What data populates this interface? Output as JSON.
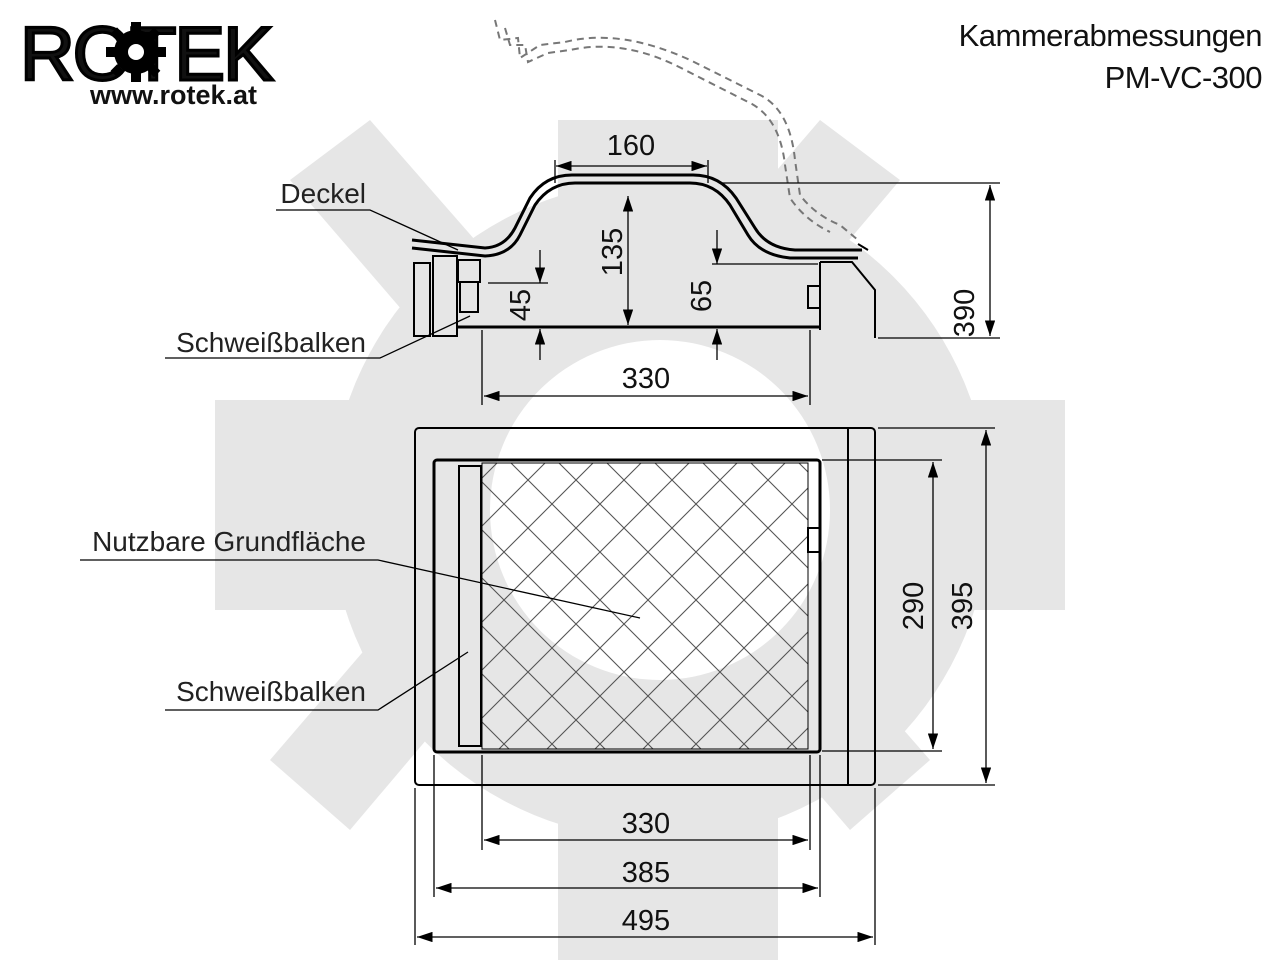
{
  "header": {
    "title_line1": "Kammerabmessungen",
    "title_line2": "PM-VC-300",
    "logo_text": "ROTEK",
    "logo_url": "www.rotek.at"
  },
  "labels": {
    "deckel": "Deckel",
    "schweissbalken_top": "Schweißbalken",
    "nutzbare_grundflaeche": "Nutzbare Grundfläche",
    "schweissbalken_bottom": "Schweißbalken"
  },
  "dimensions": {
    "side_top_width": "160",
    "side_lid_height": "135",
    "side_bar_height": "45",
    "side_inner_height": "65",
    "side_total_height": "390",
    "side_width": "330",
    "top_inner_depth": "290",
    "top_outer_depth": "395",
    "top_width_inner": "330",
    "top_width_chamber": "385",
    "top_width_outer": "495"
  },
  "colors": {
    "line": "#000000",
    "watermark": "#e6e6e6",
    "hatch": "#555555",
    "dashed": "#777777"
  }
}
